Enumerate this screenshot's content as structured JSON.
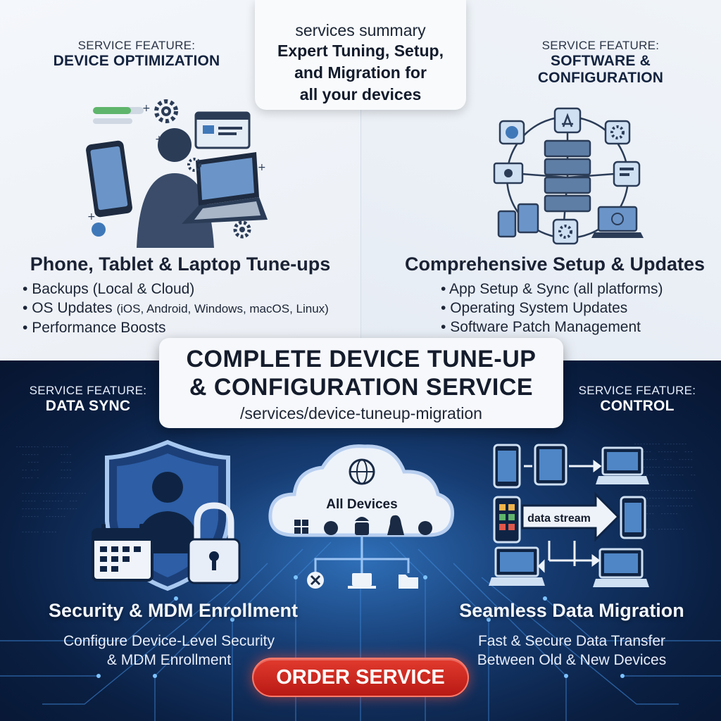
{
  "summary": {
    "label": "services summary",
    "lines": [
      "Expert Tuning, Setup,",
      "and Migration for",
      "all your devices"
    ]
  },
  "features": {
    "optimization": {
      "kicker": "SERVICE FEATURE:",
      "head": "DEVICE OPTIMIZATION"
    },
    "software": {
      "kicker": "SERVICE FEATURE:",
      "head": "SOFTWARE & CONFIGURATION"
    },
    "sync": {
      "kicker": "SERVICE FEATURE:",
      "head": "DATA SYNC"
    },
    "control": {
      "kicker": "SERVICE FEATURE:",
      "head": "CONTROL"
    }
  },
  "tuneups": {
    "title": "Phone, Tablet & Laptop Tune-ups",
    "items": [
      "Backups (Local & Cloud)",
      "OS Updates",
      "Performance Boosts"
    ],
    "os_list": "(iOS, Android, Windows, macOS, Linux)"
  },
  "setup": {
    "title": "Comprehensive Setup & Updates",
    "items": [
      "App Setup & Sync (all platforms)",
      "Operating System Updates",
      "Software Patch Management"
    ]
  },
  "main_title": {
    "line1": "COMPLETE DEVICE TUNE-UP",
    "line2": "& CONFIGURATION SERVICE",
    "url": "/services/device-tuneup-migration"
  },
  "cloud": {
    "label": "All Devices"
  },
  "migration_diagram": {
    "label": "data stream"
  },
  "security": {
    "title": "Security & MDM Enrollment",
    "desc": [
      "Configure Device-Level Security",
      "& MDM Enrollment"
    ]
  },
  "migration": {
    "title": "Seamless Data Migration",
    "desc": [
      "Fast & Secure Data Transfer",
      "Between Old & New Devices"
    ]
  },
  "cta": {
    "order_label": "ORDER SERVICE"
  },
  "colors": {
    "accent_red": "#d22a20",
    "navy": "#0a1f42",
    "device_blue": "#3f78b8"
  },
  "icons": [
    "gear-icon",
    "smartphone-icon",
    "laptop-icon",
    "server-icon",
    "app-store-icon",
    "shield-icon",
    "padlock-icon",
    "calendar-icon",
    "cloud-icon",
    "globe-icon",
    "windows-icon",
    "apple-icon",
    "android-icon",
    "linux-icon",
    "arrow-icon"
  ]
}
